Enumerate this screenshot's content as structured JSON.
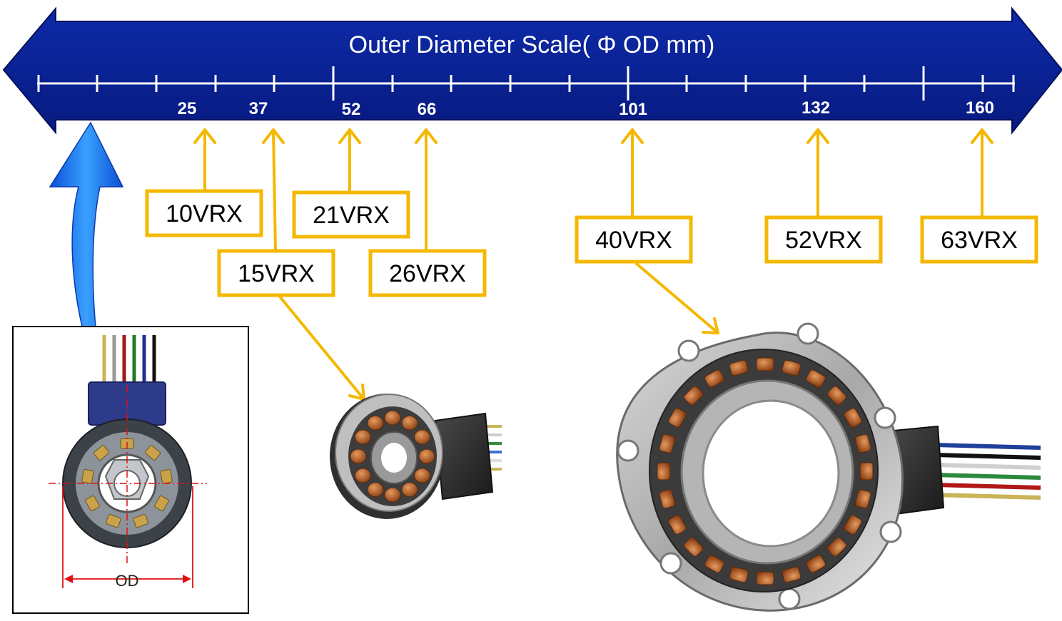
{
  "scale": {
    "title": "Outer Diameter Scale( Φ OD mm)",
    "markers": [
      {
        "value": "25",
        "model": "10VRX"
      },
      {
        "value": "37",
        "model": "15VRX"
      },
      {
        "value": "52",
        "model": "21VRX"
      },
      {
        "value": "66",
        "model": "26VRX"
      },
      {
        "value": "101",
        "model": "40VRX"
      },
      {
        "value": "132",
        "model": "52VRX"
      },
      {
        "value": "160",
        "model": "63VRX"
      }
    ]
  },
  "drawing": {
    "od_label": "OD"
  },
  "colors": {
    "banner": "#0a1f8f",
    "banner_dark": "#071670",
    "callout": "#f5b800",
    "blue_arrow": "#1e88ff",
    "dimension_red": "#e01010"
  }
}
